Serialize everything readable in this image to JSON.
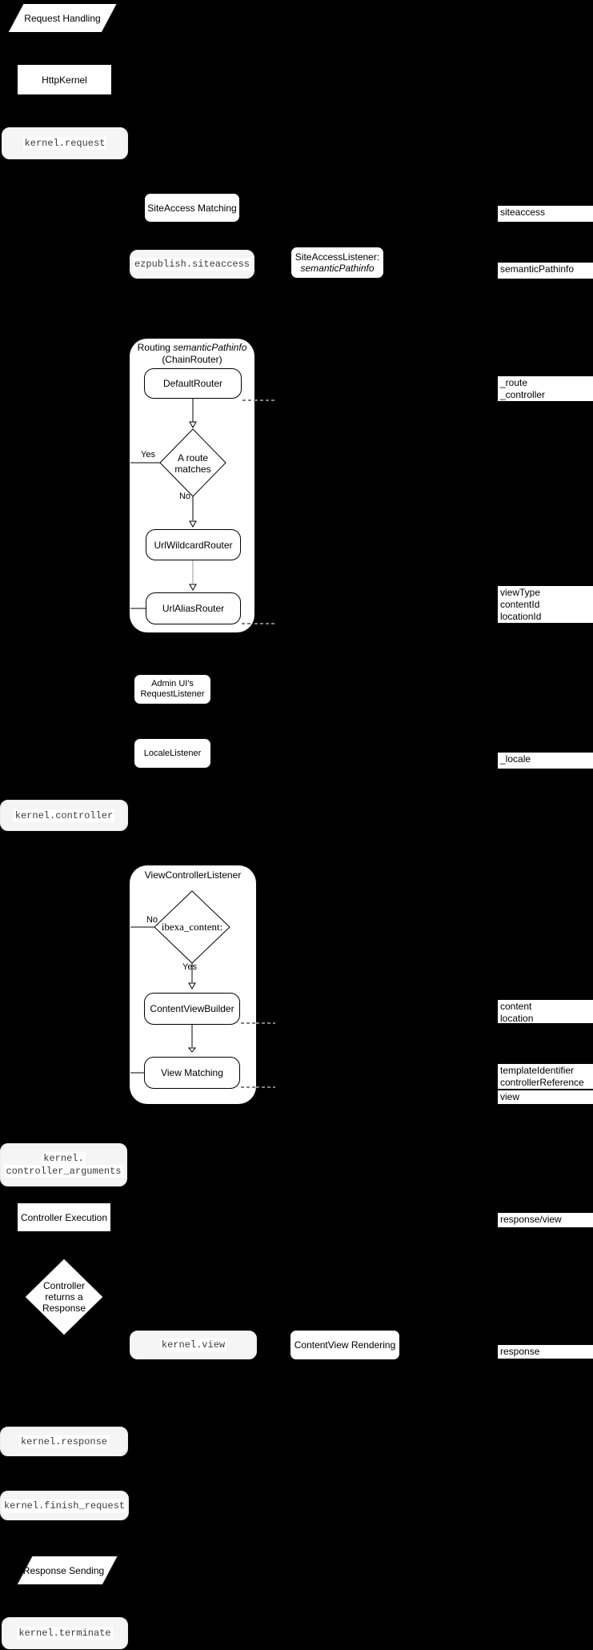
{
  "diagram": {
    "start": {
      "label": "Request Handling"
    },
    "http_kernel": {
      "label": "HttpKernel"
    },
    "events": {
      "request": "kernel.request",
      "controller": "kernel.controller",
      "controller_arguments_line1": "kernel.",
      "controller_arguments_line2": "controller_arguments",
      "view": "kernel.view",
      "response": "kernel.response",
      "finish_request": "kernel.finish_request",
      "terminate": "kernel.terminate"
    },
    "siteaccess_matching": {
      "label": "SiteAccess Matching"
    },
    "ezpublish_siteaccess": {
      "label": "ezpublish.siteaccess"
    },
    "siteaccess_listener": {
      "line1": "SiteAccessListener:",
      "line2": "semanticPathinfo"
    },
    "routing": {
      "title_prefix": "Routing ",
      "title_italic": "semanticPathinfo",
      "subtitle": "(ChainRouter)",
      "default_router": "DefaultRouter",
      "decision_line1": "A route",
      "decision_line2": "matches",
      "yes": "Yes",
      "no": "No",
      "url_wildcard_router": "UrlWildcardRouter",
      "url_alias_router": "UrlAliasRouter"
    },
    "admin_request_listener": {
      "line1": "Admin UI's",
      "line2": "RequestListener"
    },
    "locale_listener": {
      "label": "LocaleListener"
    },
    "view_controller_listener": {
      "title": "ViewControllerListener",
      "decision": "ibexa_content:",
      "no": "No",
      "yes": "Yes",
      "content_view_builder": "ContentViewBuilder",
      "view_matching": "View Matching"
    },
    "controller_execution": {
      "label": "Controller Execution"
    },
    "returns_decision": {
      "line1": "Controller",
      "line2": "returns a",
      "line3": "Response"
    },
    "content_view_rendering": {
      "label": "ContentView Rendering"
    },
    "end": {
      "label": "Response Sending"
    },
    "annotations": {
      "siteaccess": "siteaccess",
      "semantic_pathinfo": "semanticPathinfo",
      "route_line1": "_route",
      "route_line2": "_controller",
      "view_params_line1": "viewType",
      "view_params_line2": "contentId",
      "view_params_line3": "locationId",
      "locale": "_locale",
      "content_line1": "content",
      "content_line2": "location",
      "template_line1": "templateIdentifier",
      "template_line2": "controllerReference",
      "view": "view",
      "response_view": "response/view",
      "response": "response"
    },
    "colors": {
      "event_bg": "#f5f5f5",
      "node_bg": "#ffffff",
      "line": "#000000"
    }
  }
}
